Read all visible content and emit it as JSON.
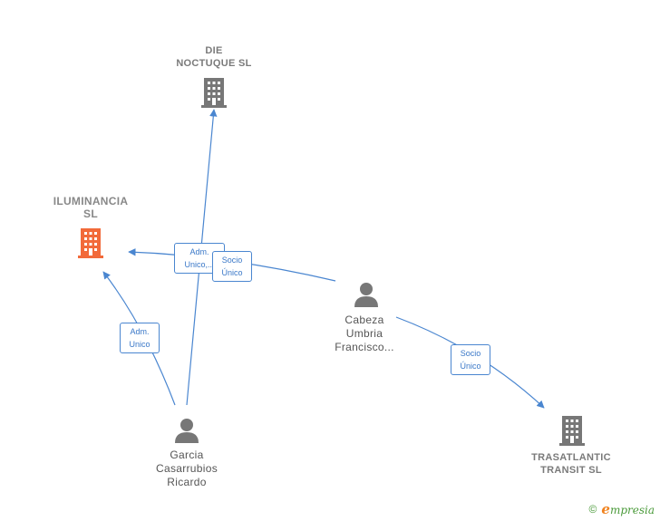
{
  "colors": {
    "edge": "#4a86d0",
    "company_main": "#f26a3a",
    "company": "#777777",
    "person": "#777777"
  },
  "nodes": {
    "die_noctuque": {
      "label": "DIE\nNOCTUQUE  SL",
      "icon": "building-icon"
    },
    "iluminancia": {
      "label": "ILUMINANCIA\nSL",
      "icon": "building-icon"
    },
    "cabeza": {
      "label": "Cabeza\nUmbria\nFrancisco...",
      "icon": "person-icon"
    },
    "garcia": {
      "label": "Garcia\nCasarrubios\nRicardo",
      "icon": "person-icon"
    },
    "trasatlantic": {
      "label": "TRASATLANTIC\nTRANSIT SL",
      "icon": "building-icon"
    }
  },
  "edges": {
    "garcia_die": {
      "label": "Adm.\nUnico,..."
    },
    "cabeza_ilum": {
      "label": "Socio\nÚnico"
    },
    "garcia_ilum": {
      "label": "Adm.\nUnico"
    },
    "cabeza_tras": {
      "label": "Socio\nÚnico"
    }
  },
  "footer": {
    "copyright_symbol": "©",
    "brand_first": "e",
    "brand_rest": "mpresia"
  }
}
